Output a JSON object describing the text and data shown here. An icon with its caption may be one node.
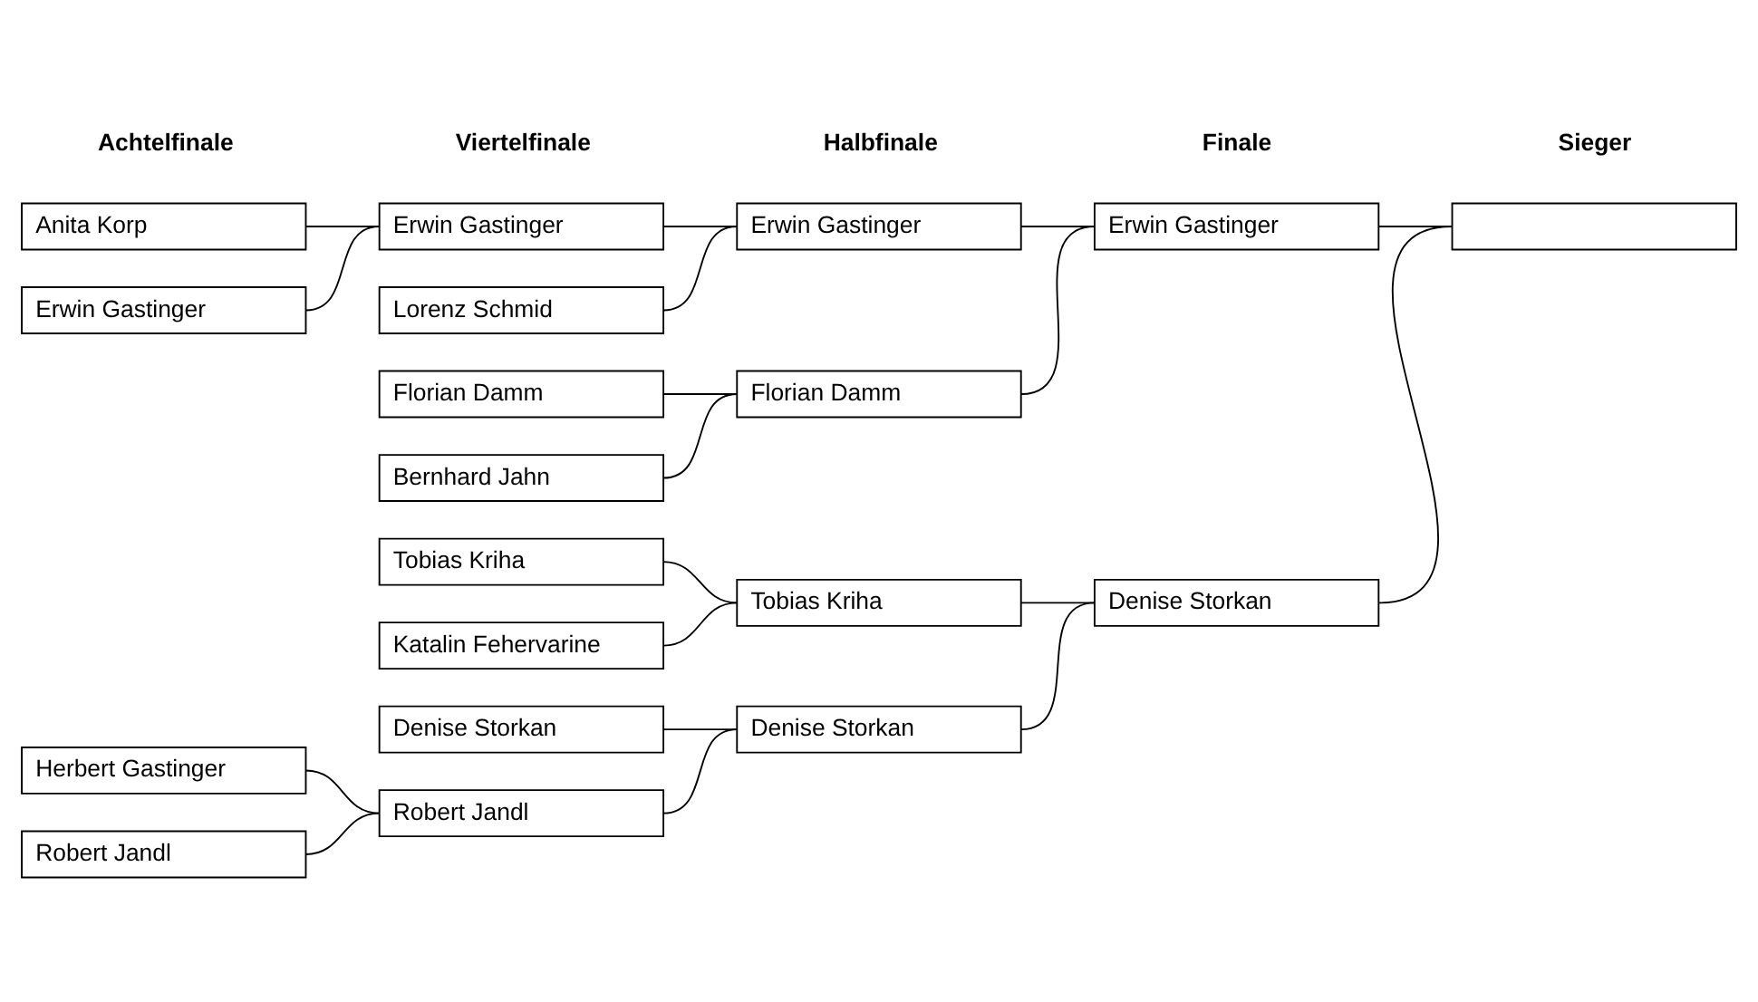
{
  "diagram": {
    "nodes": [
      {
        "text": [
          "Anita Korp"
        ]
      },
      {
        "text": [
          "Erwin Gastinger"
        ]
      },
      {
        "text": [
          "Herbert Gastinger"
        ]
      },
      {
        "text": [
          "Robert Jandl"
        ]
      },
      {
        "text": [
          "Erwin Gastinger"
        ]
      },
      {
        "text": [
          "Lorenz Schmid"
        ]
      },
      {
        "text": [
          "Florian Damm"
        ]
      },
      {
        "text": [
          "Bernhard Jahn"
        ]
      },
      {
        "text": [
          "Tobias Kriha"
        ]
      },
      {
        "text": [
          "Katalin Fehervarine"
        ]
      },
      {
        "text": [
          "Denise Storkan"
        ]
      },
      {
        "text": [
          "Robert Jandl"
        ]
      },
      {
        "text": [
          "Erwin Gastinger"
        ]
      },
      {
        "text": [
          "Florian Damm"
        ]
      },
      {
        "text": [
          "Tobias Kriha"
        ]
      },
      {
        "text": [
          "Denise Storkan"
        ]
      },
      {
        "text": [
          "Erwin Gastinger"
        ]
      },
      {
        "text": [
          "Denise Storkan"
        ]
      },
      {
        "text": [],
        "shape": "box"
      }
    ],
    "edges": [
      {
        "from": 0,
        "to": 4,
        "arrow": "none"
      },
      {
        "from": 1,
        "to": 4,
        "arrow": "none"
      },
      {
        "from": 2,
        "to": 11,
        "arrow": "none"
      },
      {
        "from": 3,
        "to": 11,
        "arrow": "none"
      },
      {
        "from": 4,
        "to": 12,
        "arrow": "none"
      },
      {
        "from": 5,
        "to": 12,
        "arrow": "none"
      },
      {
        "from": 6,
        "to": 13,
        "arrow": "none"
      },
      {
        "from": 7,
        "to": 13,
        "arrow": "none"
      },
      {
        "from": 8,
        "to": 14,
        "arrow": "none"
      },
      {
        "from": 9,
        "to": 14,
        "arrow": "none"
      },
      {
        "from": 10,
        "to": 15,
        "arrow": "none"
      },
      {
        "from": 11,
        "to": 15,
        "arrow": "none"
      },
      {
        "from": 12,
        "to": 16,
        "arrow": "none"
      },
      {
        "from": 13,
        "to": 16,
        "arrow": "none"
      },
      {
        "from": 14,
        "to": 17,
        "arrow": "none"
      },
      {
        "from": 15,
        "to": 17,
        "arrow": "none"
      },
      {
        "from": 16,
        "to": 18,
        "arrow": "none"
      },
      {
        "from": 17,
        "to": 18,
        "arrow": "none"
      }
    ],
    "labels": [
      "Achtelfinale",
      "Viertelfinale",
      "Halbfinale",
      "Finale",
      "Sieger"
    ]
  }
}
